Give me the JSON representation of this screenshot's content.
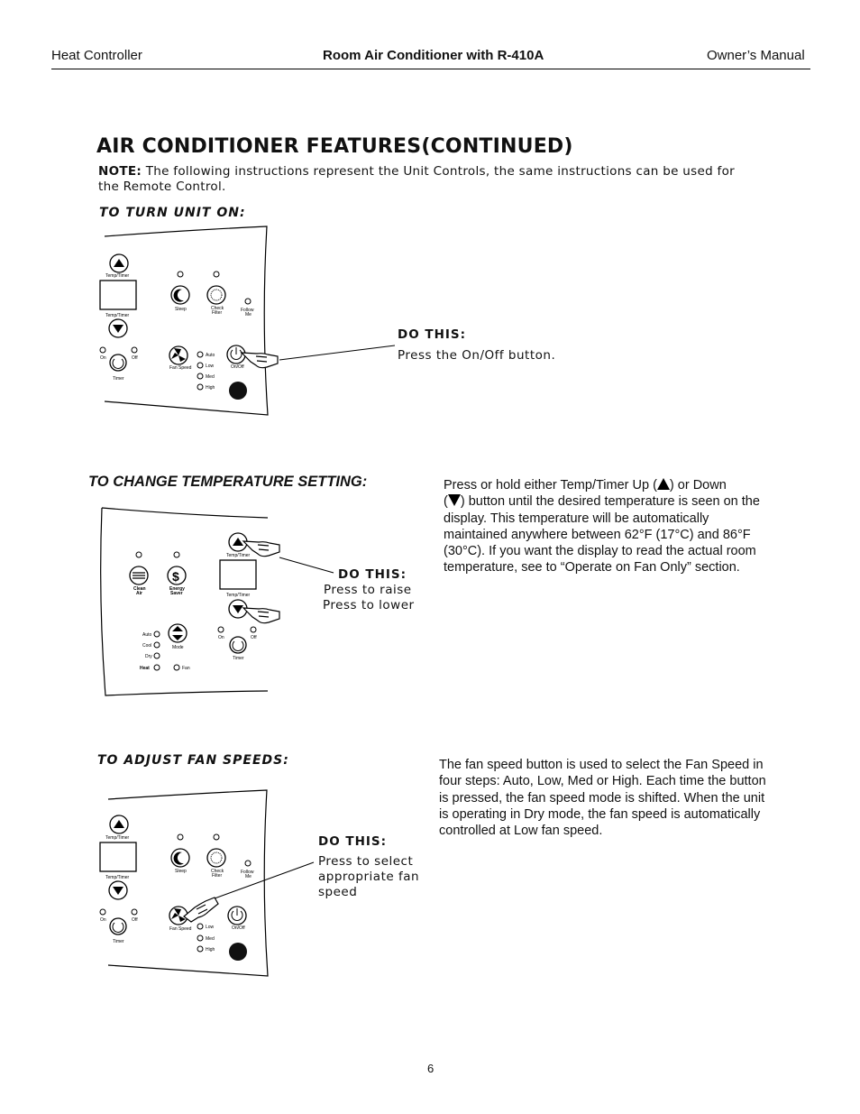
{
  "header": {
    "left": "Heat Controller",
    "center": "Room Air Conditioner with R-410A",
    "right": "Owner’s Manual"
  },
  "title": "AIR CONDITIONER FEATURES(CONTINUED)",
  "note": {
    "label": "NOTE:",
    "text": " The following instructions represent the Unit Controls, the same instructions can be used for the Remote Control."
  },
  "sections": {
    "turn_on": {
      "heading": "TO TURN UNIT ON:",
      "do_title": "DO THIS:",
      "do_text": "Press the On/Off button."
    },
    "temperature": {
      "heading": "TO CHANGE TEMPERATURE SETTING:",
      "do_title": "DO THIS:",
      "do_line1": "Press to raise",
      "do_line2": "Press to lower",
      "para_a": "Press or hold either Temp/Timer Up (",
      "para_b": ") or Down",
      "para_c": "(",
      "para_d": ") button until the desired temperature is seen on the display. This temperature will be automatically maintained anywhere between 62°F (17°C) and 86°F (30°C). If you want the display to read the actual room temperature, see to “Operate on Fan Only” section."
    },
    "fan": {
      "heading": "TO ADJUST FAN SPEEDS:",
      "do_title": "DO THIS:",
      "do_text": "Press to select appropriate fan speed",
      "para": "The fan speed button is used to select the Fan Speed in four steps: Auto, Low, Med or High. Each time the button is pressed, the fan speed mode is shifted. When the unit is operating in Dry mode, the fan speed is automatically controlled at Low fan speed."
    }
  },
  "panel_labels": {
    "temp_timer": "Temp/Timer",
    "sleep": "Sleep",
    "check": "Check",
    "filter": "Filter",
    "follow": "Follow",
    "me": "Me",
    "on": "On",
    "off": "Off",
    "timer": "Timer",
    "fan_speed": "Fan Speed",
    "on_off": "On/Off",
    "auto": "Auto",
    "low": "Low",
    "med": "Med",
    "high": "High",
    "clean": "Clean",
    "air": "Air",
    "energy": "Energy",
    "saver": "Saver",
    "mode": "Mode",
    "cool": "Cool",
    "dry": "Dry",
    "heat": "Heat",
    "fan": "Fan"
  },
  "page_number": "6"
}
